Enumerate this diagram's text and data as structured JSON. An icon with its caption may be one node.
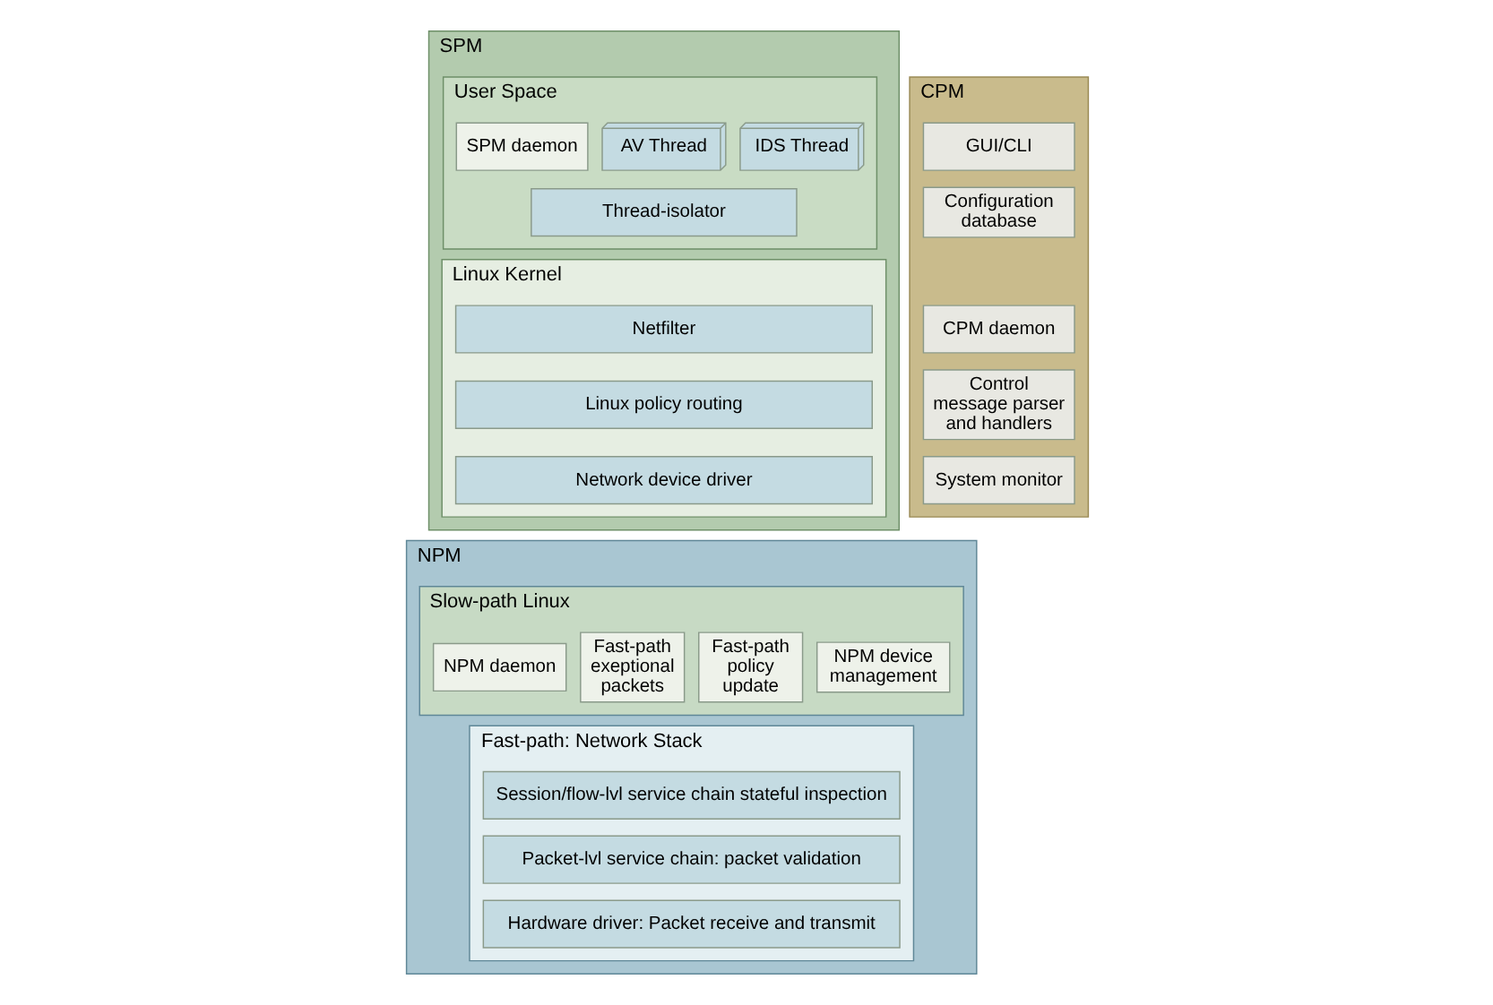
{
  "diagram": {
    "nodes": [
      {
        "text": [
          "SPM"
        ]
      },
      {
        "text": [
          "User Space"
        ],
        "in": 0
      },
      {
        "text": [
          "IDS Thread"
        ],
        "in": 1
      },
      {
        "text": [
          "AV Thread"
        ],
        "in": 1
      },
      {
        "text": [
          "SPM daemon"
        ],
        "in": 1
      },
      {
        "text": [
          "Thread-isolator"
        ],
        "in": 1
      },
      {
        "text": [
          "Linux Kernel"
        ],
        "in": 0
      },
      {
        "text": [
          "Netfilter"
        ],
        "in": 6
      },
      {
        "text": [
          "Linux policy routing"
        ],
        "in": 6
      },
      {
        "text": [
          "Network device driver"
        ],
        "in": 6
      },
      {
        "text": [
          "NPM"
        ]
      },
      {
        "text": [
          "Slow-path Linux"
        ],
        "in": 10
      },
      {
        "text": [
          "NPM device management"
        ],
        "in": 11
      },
      {
        "text": [
          "Fast-path policy update"
        ],
        "in": 11
      },
      {
        "text": [
          "Fast-path exeptional packets"
        ],
        "in": 11
      },
      {
        "text": [
          "NPM daemon"
        ],
        "in": 11
      },
      {
        "text": [
          "Fast-path: Network Stack"
        ],
        "in": 10
      },
      {
        "text": [
          "Session/flow-lvl service chain stateful inspection"
        ],
        "in": 16
      },
      {
        "text": [
          "Packet-lvl service chain: packet validation"
        ],
        "in": 16
      },
      {
        "text": [
          "Hardware driver: Packet receive and transmit"
        ],
        "in": 16
      },
      {
        "text": [
          "CPM"
        ]
      },
      {
        "text": [
          "GUI/CLI"
        ],
        "in": 20
      },
      {
        "text": [
          "Configuration database"
        ],
        "in": 20
      },
      {
        "text": [
          "CPM daemon"
        ],
        "in": 20
      },
      {
        "text": [
          "Control message parser and handlers"
        ],
        "in": 20
      },
      {
        "text": [
          "System monitor"
        ],
        "in": 20
      }
    ],
    "edges": []
  }
}
